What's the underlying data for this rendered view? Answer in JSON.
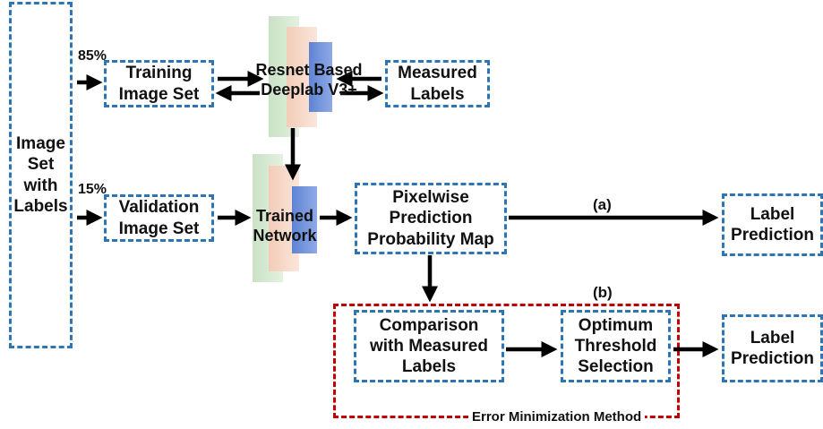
{
  "boxes": {
    "image_set": "Image\nSet\nwith\nLabels",
    "training": "Training\nImage Set",
    "measured_labels": "Measured\nLabels",
    "validation": "Validation\nImage Set",
    "pixelwise": "Pixelwise\nPrediction\nProbability Map",
    "label_prediction_a": "Label\nPrediction",
    "comparison": "Comparison\nwith Measured\nLabels",
    "optimum": "Optimum\nThreshold\nSelection",
    "label_prediction_b": "Label\nPrediction"
  },
  "labels": {
    "pct_train": "85%",
    "pct_val": "15%",
    "net_top": "Resnet Based\nDeeplab V3+",
    "net_trained": "Trained\nNetwork",
    "path_a": "(a)",
    "path_b": "(b)",
    "error_method": "Error Minimization Method"
  },
  "colors": {
    "box_border": "#2e75b6",
    "error_border": "#c00000",
    "layer_green": "#d5e8d4",
    "layer_peach": "#f8d9c8",
    "layer_blue": "#6f8fd8",
    "arrow": "#000000"
  }
}
